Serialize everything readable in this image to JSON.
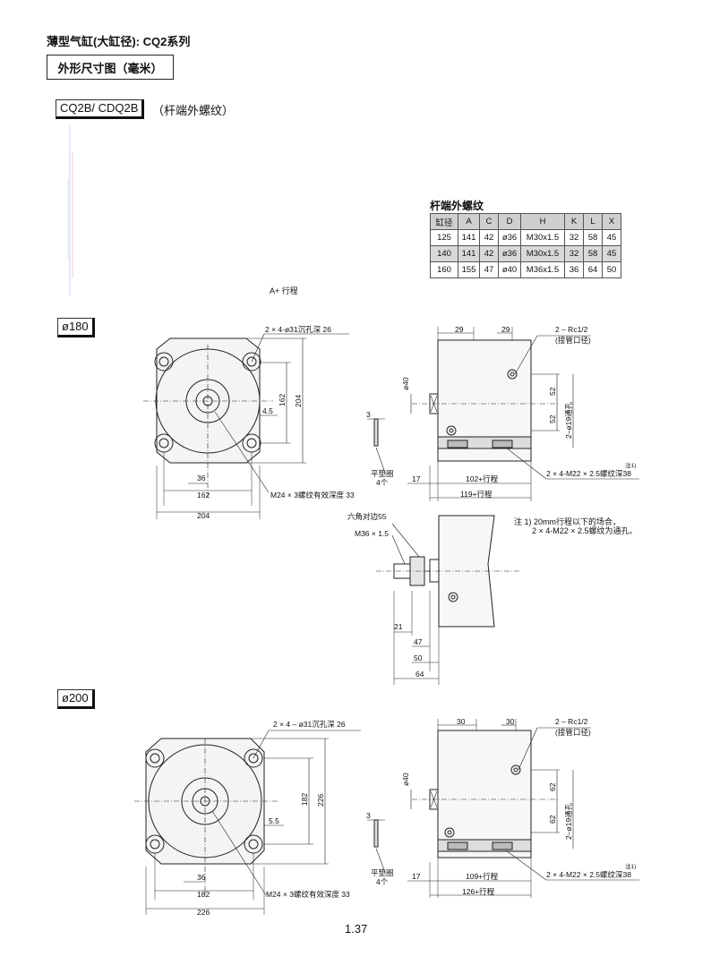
{
  "header": {
    "title": "薄型气缸(大缸径): CQ2系列",
    "section": "外形尺寸图（毫米）",
    "model": "CQ2B/ CDQ2B",
    "model_suffix": "（杆端外螺纹）"
  },
  "rod_table": {
    "title": "杆端外螺纹",
    "columns": [
      "缸径",
      "A",
      "C",
      "D",
      "H",
      "K",
      "L",
      "X"
    ],
    "rows": [
      [
        "125",
        "141",
        "42",
        "ø36",
        "M30x1.5",
        "32",
        "58",
        "45"
      ],
      [
        "140",
        "141",
        "42",
        "ø36",
        "M30x1.5",
        "32",
        "58",
        "45"
      ],
      [
        "160",
        "155",
        "47",
        "ø40",
        "M36x1.5",
        "36",
        "64",
        "50"
      ]
    ]
  },
  "stroke_label": "A+ 行程",
  "bore180": {
    "tag": "ø180",
    "front": {
      "hole_callout": "2 × 4-ø31沉孔深 26",
      "dim_162v": "162",
      "dim_204v": "204",
      "dim_45": "4.5",
      "dim_36": "36",
      "dim_162h": "162",
      "dim_204h": "204",
      "thread_callout": "M24 × 3螺纹有效深度 33"
    },
    "side": {
      "dim_29a": "29",
      "dim_29b": "29",
      "port_callout": "2 – Rc1/2",
      "port_note": "(接管口径)",
      "dim_phi40": "ø40",
      "dim_52a": "52",
      "dim_52b": "52",
      "thru_hole": "2–ø19通孔",
      "dim_3": "3",
      "washer": "平垫圈",
      "washer_qty": "4个",
      "dim_17": "17",
      "dim_102": "102+行程",
      "dim_119": "119+行程",
      "bottom_thread": "2 × 4-M22 × 2.5螺纹深38",
      "note_ref": "注1)"
    },
    "rod": {
      "hex": "六角对边55",
      "thread": "M36 × 1.5",
      "dim_21": "21",
      "dim_47": "47",
      "dim_50": "50",
      "dim_64": "64"
    },
    "note_line1": "注 1)  20mm行程以下的场合，",
    "note_line2": "2 × 4-M22 × 2.5螺纹为通孔。"
  },
  "bore200": {
    "tag": "ø200",
    "front": {
      "hole_callout": "2 × 4 – ø31沉孔深 26",
      "dim_182v": "182",
      "dim_226v": "226",
      "dim_55": "5.5",
      "dim_36": "36",
      "dim_182h": "182",
      "dim_226h": "226",
      "thread_callout": "M24 × 3螺纹有效深度 33"
    },
    "side": {
      "dim_30a": "30",
      "dim_30b": "30",
      "port_callout": "2 – Rc1/2",
      "port_note": "(接管口径)",
      "dim_phi40": "ø40",
      "dim_62a": "62",
      "dim_62b": "62",
      "thru_hole": "2–ø19通孔",
      "dim_3": "3",
      "washer": "平垫圈",
      "washer_qty": "4个",
      "dim_17": "17",
      "dim_109": "109+行程",
      "dim_126": "126+行程",
      "bottom_thread": "2 × 4-M22 × 2.5螺纹深38",
      "note_ref": "注1)"
    }
  },
  "page_number": "1.37"
}
